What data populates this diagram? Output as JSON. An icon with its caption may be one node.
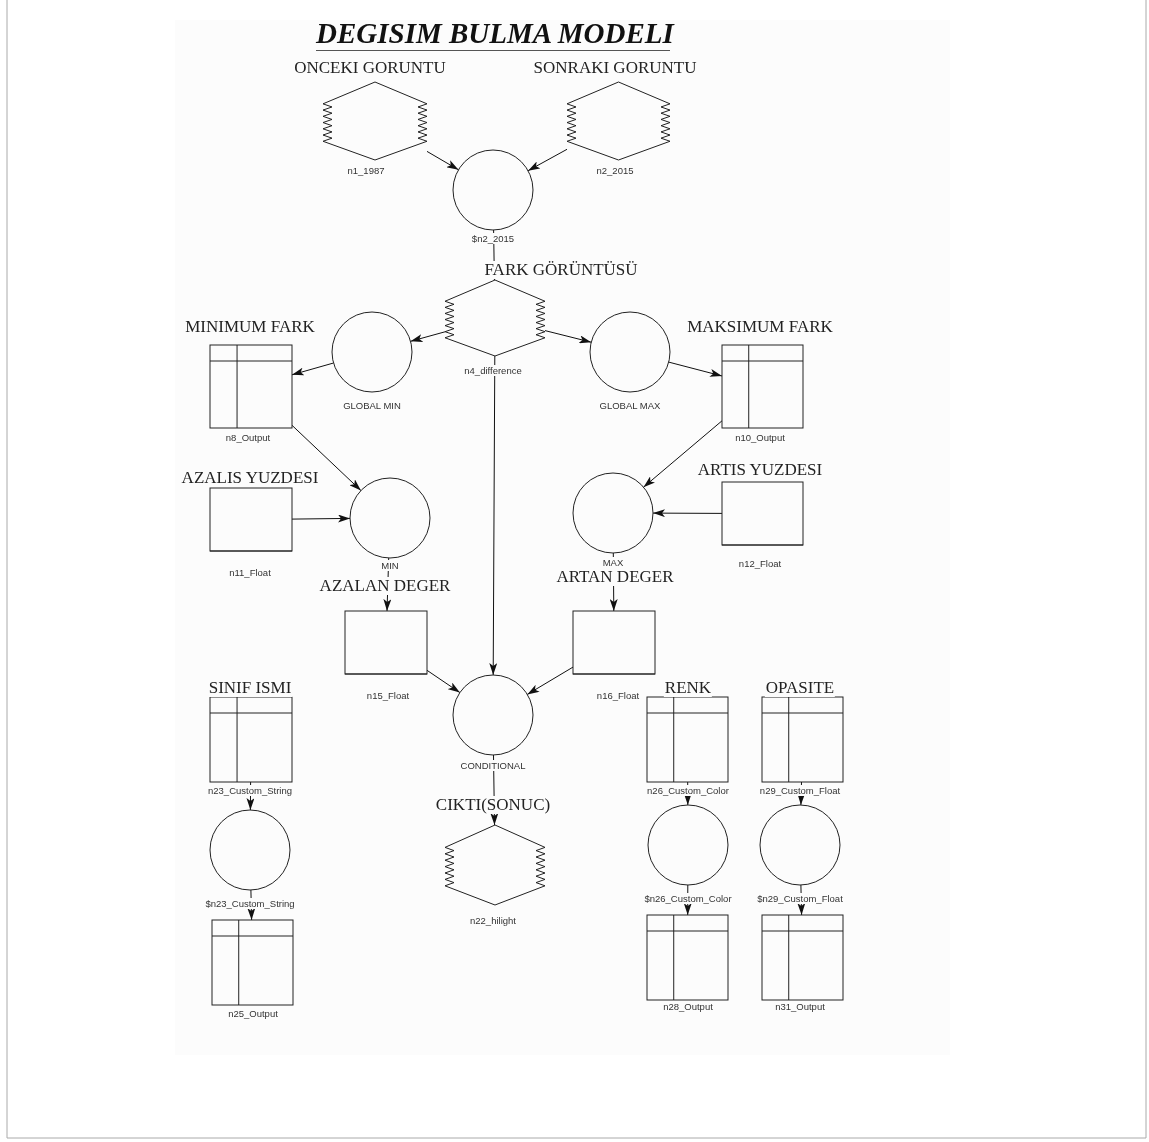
{
  "diagram": {
    "title": "DEGISIM BULMA MODELI",
    "nodes": [
      {
        "text": [
          "ONCEKI GORUNTU",
          "n1_1987"
        ]
      },
      {
        "text": [
          "SONRAKI GORUNTU",
          "n2_2015"
        ]
      },
      {
        "text": [
          "$n2_2015"
        ]
      },
      {
        "text": [
          "FARK GÖRÜNTÜSÜ",
          "n4_difference"
        ]
      },
      {
        "text": [
          "MINIMUM FARK",
          "n8_Output"
        ]
      },
      {
        "text": [
          "GLOBAL MIN"
        ]
      },
      {
        "text": [
          "GLOBAL MAX"
        ]
      },
      {
        "text": [
          "MAKSIMUM FARK",
          "n10_Output"
        ]
      },
      {
        "text": [
          "AZALIS YUZDESI",
          "n11_Float"
        ]
      },
      {
        "text": [
          "MIN"
        ]
      },
      {
        "text": [
          "MAX"
        ]
      },
      {
        "text": [
          "ARTIS YUZDESI",
          "n12_Float"
        ]
      },
      {
        "text": [
          "AZALAN DEGER",
          "n15_Float"
        ]
      },
      {
        "text": [
          "ARTAN DEGER",
          "n16_Float"
        ]
      },
      {
        "text": [
          "SINIF ISMI",
          "n23_Custom_String"
        ]
      },
      {
        "text": [
          "CONDITIONAL"
        ]
      },
      {
        "text": [
          "RENK",
          "n26_Custom_Color"
        ]
      },
      {
        "text": [
          "OPASITE",
          "n29_Custom_Float"
        ]
      },
      {
        "text": [
          "$n23_Custom_String"
        ]
      },
      {
        "text": [
          "CIKTI(SONUC)",
          "n22_hilight"
        ]
      },
      {
        "text": [
          "$n26_Custom_Color"
        ]
      },
      {
        "text": [
          "$n29_Custom_Float"
        ]
      },
      {
        "text": [
          "n25_Output"
        ]
      },
      {
        "text": [
          "n28_Output"
        ]
      },
      {
        "text": [
          "n31_Output"
        ]
      }
    ],
    "edges": [
      {
        "from": 0,
        "to": 2,
        "arrow": "to"
      },
      {
        "from": 1,
        "to": 2,
        "arrow": "to"
      },
      {
        "from": 2,
        "to": 3,
        "arrow": "to"
      },
      {
        "from": 3,
        "to": 5,
        "arrow": "to"
      },
      {
        "from": 3,
        "to": 6,
        "arrow": "to"
      },
      {
        "from": 5,
        "to": 4,
        "arrow": "to"
      },
      {
        "from": 6,
        "to": 7,
        "arrow": "to"
      },
      {
        "from": 4,
        "to": 9,
        "arrow": "to"
      },
      {
        "from": 7,
        "to": 10,
        "arrow": "to"
      },
      {
        "from": 8,
        "to": 9,
        "arrow": "to"
      },
      {
        "from": 11,
        "to": 10,
        "arrow": "to"
      },
      {
        "from": 9,
        "to": 12,
        "arrow": "to"
      },
      {
        "from": 10,
        "to": 13,
        "arrow": "to"
      },
      {
        "from": 3,
        "to": 15,
        "arrow": "to"
      },
      {
        "from": 12,
        "to": 15,
        "arrow": "to"
      },
      {
        "from": 13,
        "to": 15,
        "arrow": "to"
      },
      {
        "from": 15,
        "to": 19,
        "arrow": "to"
      },
      {
        "from": 14,
        "to": 18,
        "arrow": "to"
      },
      {
        "from": 18,
        "to": 22,
        "arrow": "to"
      },
      {
        "from": 16,
        "to": 20,
        "arrow": "to"
      },
      {
        "from": 20,
        "to": 23,
        "arrow": "to"
      },
      {
        "from": 17,
        "to": 21,
        "arrow": "to"
      },
      {
        "from": 21,
        "to": 24,
        "arrow": "to"
      }
    ]
  }
}
